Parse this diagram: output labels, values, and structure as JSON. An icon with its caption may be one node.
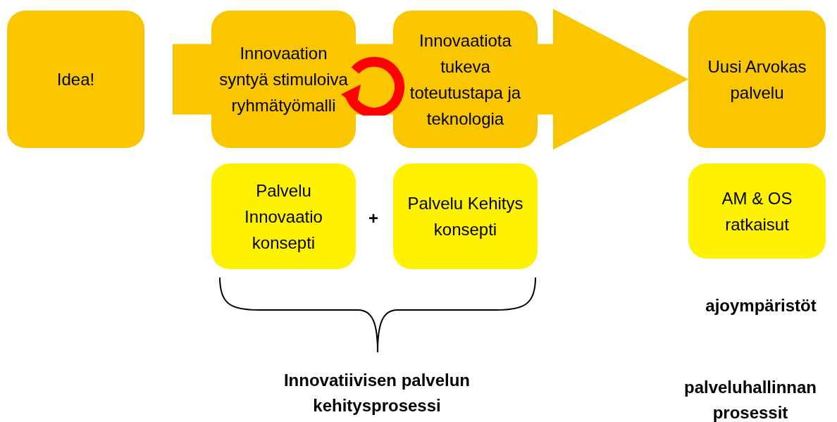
{
  "diagram": {
    "nodes": [
      {
        "text": [
          "Idea!"
        ]
      },
      {
        "text": [
          "Innovaation syntyä stimuloiva ryhmätyömalli"
        ]
      },
      {
        "text": [
          "Innovaatiota tukeva toteutustapa ja teknologia"
        ]
      },
      {
        "text": [
          "Uusi Arvokas palvelu"
        ]
      },
      {
        "text": [
          "Palvelu Innovaatio konsepti"
        ]
      },
      {
        "text": [
          "Palvelu Kehitys konsepti"
        ]
      },
      {
        "text": [
          "AM & OS ratkaisut"
        ]
      }
    ],
    "edges": [
      {
        "from": null,
        "to": 3,
        "arrow": "to",
        "style": "thick"
      }
    ],
    "labels": [
      "+",
      "Innovatiivisen palvelun kehitysprosessi",
      "ajoympäristöt",
      "palveluhallinnan prosessit"
    ]
  }
}
